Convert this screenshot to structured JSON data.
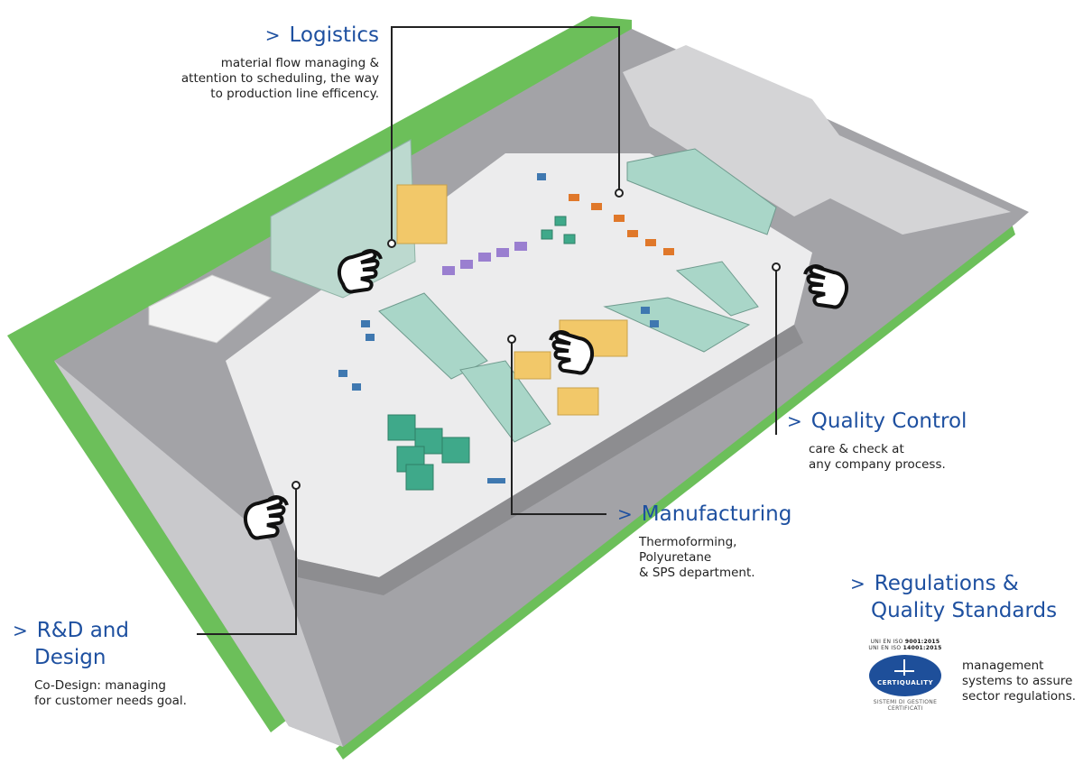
{
  "colors": {
    "accent_blue": "#1e50a0",
    "body_text": "#222222",
    "lawn_green": "#6cbf5a",
    "asphalt_gray": "#9c9ca0",
    "building_light": "#e9e9ea",
    "rack_teal": "#a9d6c8",
    "machine_green": "#3fa98a",
    "box_orange": "#e0782a",
    "box_purple": "#9a7fd0",
    "box_blue": "#3f78b0",
    "box_yellow": "#f2c869",
    "leader_line": "#222222"
  },
  "sections": [
    {
      "id": "logistics",
      "chevron": ">",
      "title": "Logistics",
      "description_lines": [
        "material flow managing &",
        "attention to scheduling, the way",
        "to production line efficency."
      ]
    },
    {
      "id": "quality-control",
      "chevron": ">",
      "title": "Quality Control",
      "description_lines": [
        "care & check at",
        "any company process."
      ]
    },
    {
      "id": "manufacturing",
      "chevron": ">",
      "title": "Manufacturing",
      "description_lines": [
        "Thermoforming,",
        "Polyuretane",
        "& SPS department."
      ]
    },
    {
      "id": "rnd-design",
      "chevron": ">",
      "title_lines": [
        "R&D and",
        "Design"
      ],
      "description_lines": [
        "Co-Design: managing",
        "for customer needs goal."
      ]
    },
    {
      "id": "regulations",
      "chevron": ">",
      "title_lines": [
        "Regulations &",
        "Quality Standards"
      ],
      "description_lines": [
        "management",
        "systems to assure",
        "sector regulations."
      ]
    }
  ],
  "certification": {
    "standards": [
      "UNI EN ISO 9001:2015",
      "UNI EN ISO 14001:2015"
    ],
    "standards_prefix": "UNI EN ISO ",
    "standard_codes": [
      "9001:2015",
      "14001:2015"
    ],
    "brand": "CERTIQUALITY",
    "footer_lines": [
      "SISTEMI DI GESTIONE",
      "CERTIFICATI"
    ]
  },
  "hotspots": [
    {
      "name": "logistics-hotspot",
      "icon": "pointing-hand-icon"
    },
    {
      "name": "quality-control-hotspot",
      "icon": "pointing-hand-icon"
    },
    {
      "name": "manufacturing-hotspot",
      "icon": "pointing-hand-icon"
    },
    {
      "name": "rnd-hotspot",
      "icon": "pointing-hand-icon"
    }
  ]
}
